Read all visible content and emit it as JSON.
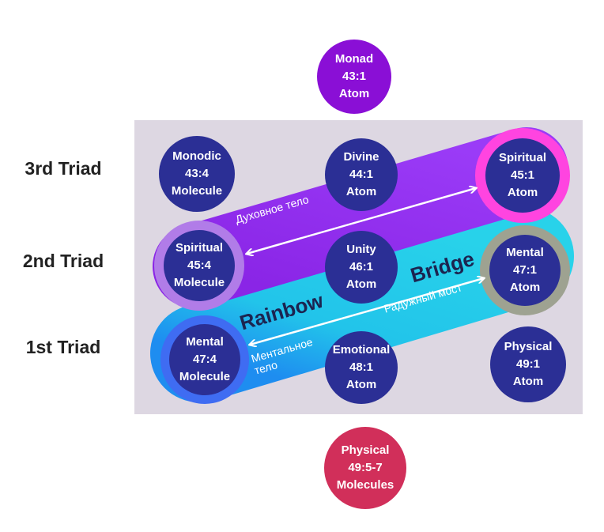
{
  "triads": [
    {
      "label": "3rd Triad"
    },
    {
      "label": "2nd Triad"
    },
    {
      "label": "1st Triad"
    }
  ],
  "nodes": {
    "monad": {
      "line1": "Monad",
      "line2": "43:1",
      "line3": "Atom"
    },
    "monodic": {
      "line1": "Monodic",
      "line2": "43:4",
      "line3": "Molecule"
    },
    "divine": {
      "line1": "Divine",
      "line2": "44:1",
      "line3": "Atom"
    },
    "spiritual_atom": {
      "line1": "Spiritual",
      "line2": "45:1",
      "line3": "Atom"
    },
    "spiritual_molecule": {
      "line1": "Spiritual",
      "line2": "45:4",
      "line3": "Molecule"
    },
    "unity": {
      "line1": "Unity",
      "line2": "46:1",
      "line3": "Atom"
    },
    "mental_atom": {
      "line1": "Mental",
      "line2": "47:1",
      "line3": "Atom"
    },
    "mental_molecule": {
      "line1": "Mental",
      "line2": "47:4",
      "line3": "Molecule"
    },
    "emotional": {
      "line1": "Emotional",
      "line2": "48:1",
      "line3": "Atom"
    },
    "physical_atom": {
      "line1": "Physical",
      "line2": "49:1",
      "line3": "Atom"
    },
    "physical_molecules": {
      "line1": "Physical",
      "line2": "49:5-7",
      "line3": "Molecules"
    }
  },
  "bands": {
    "purple_label": "Духовное тело",
    "cyan_label": "Радужный мост",
    "mental_label_1": "Ментальное",
    "mental_label_2": "тело",
    "rainbow_word": "Rainbow",
    "bridge_word": "Bridge"
  },
  "colors": {
    "panel": "#ddd7e2",
    "node_blue": "#2b2f95",
    "monad_purple": "#8a0fd6",
    "physical_red": "#d12f5a",
    "purple_band": "#8e2ff0",
    "cyan_band": "#1fc4e6",
    "pink_ring": "#ff44e0",
    "lilac_ring": "#b17ce8",
    "olive_ring": "#9ea291",
    "blue_ring": "#3f6cf2"
  }
}
